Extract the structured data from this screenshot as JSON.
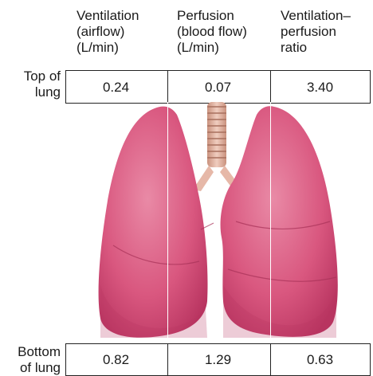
{
  "columns": [
    {
      "label": "Ventilation\n(airflow)\n(L/min)"
    },
    {
      "label": "Perfusion\n(blood flow)\n(L/min)"
    },
    {
      "label": "Ventilation–\nperfusion\nratio"
    }
  ],
  "rows": {
    "top": {
      "label": "Top of\nlung",
      "values": [
        "0.24",
        "0.07",
        "3.40"
      ]
    },
    "bottom": {
      "label": "Bottom\nof lung",
      "values": [
        "0.82",
        "1.29",
        "0.63"
      ]
    }
  },
  "colors": {
    "lung": "#d94f7c",
    "lung_dark": "#b8325f",
    "trachea": "#e6b8a8"
  }
}
